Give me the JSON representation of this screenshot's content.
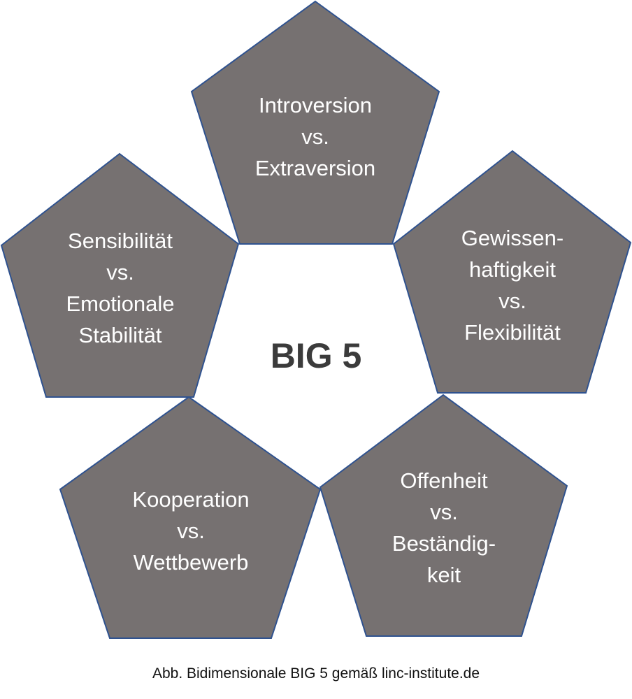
{
  "colors": {
    "fill": "#767171",
    "stroke": "#2f528f"
  },
  "center_title": "BIG 5",
  "pentagons": [
    {
      "lines": [
        "Introversion",
        "vs.",
        "Extraversion"
      ]
    },
    {
      "lines": [
        "Sensibilität",
        "vs.",
        "Emotionale",
        "Stabilität"
      ]
    },
    {
      "lines": [
        "Gewissen-",
        "haftigkeit",
        "vs.",
        "Flexibilität"
      ]
    },
    {
      "lines": [
        "Kooperation",
        "vs.",
        "Wettbewerb"
      ]
    },
    {
      "lines": [
        "Offenheit",
        "vs.",
        "Beständig-",
        "keit"
      ]
    }
  ],
  "caption": "Abb. Bidimensionale BIG 5 gemäß linc-institute.de"
}
